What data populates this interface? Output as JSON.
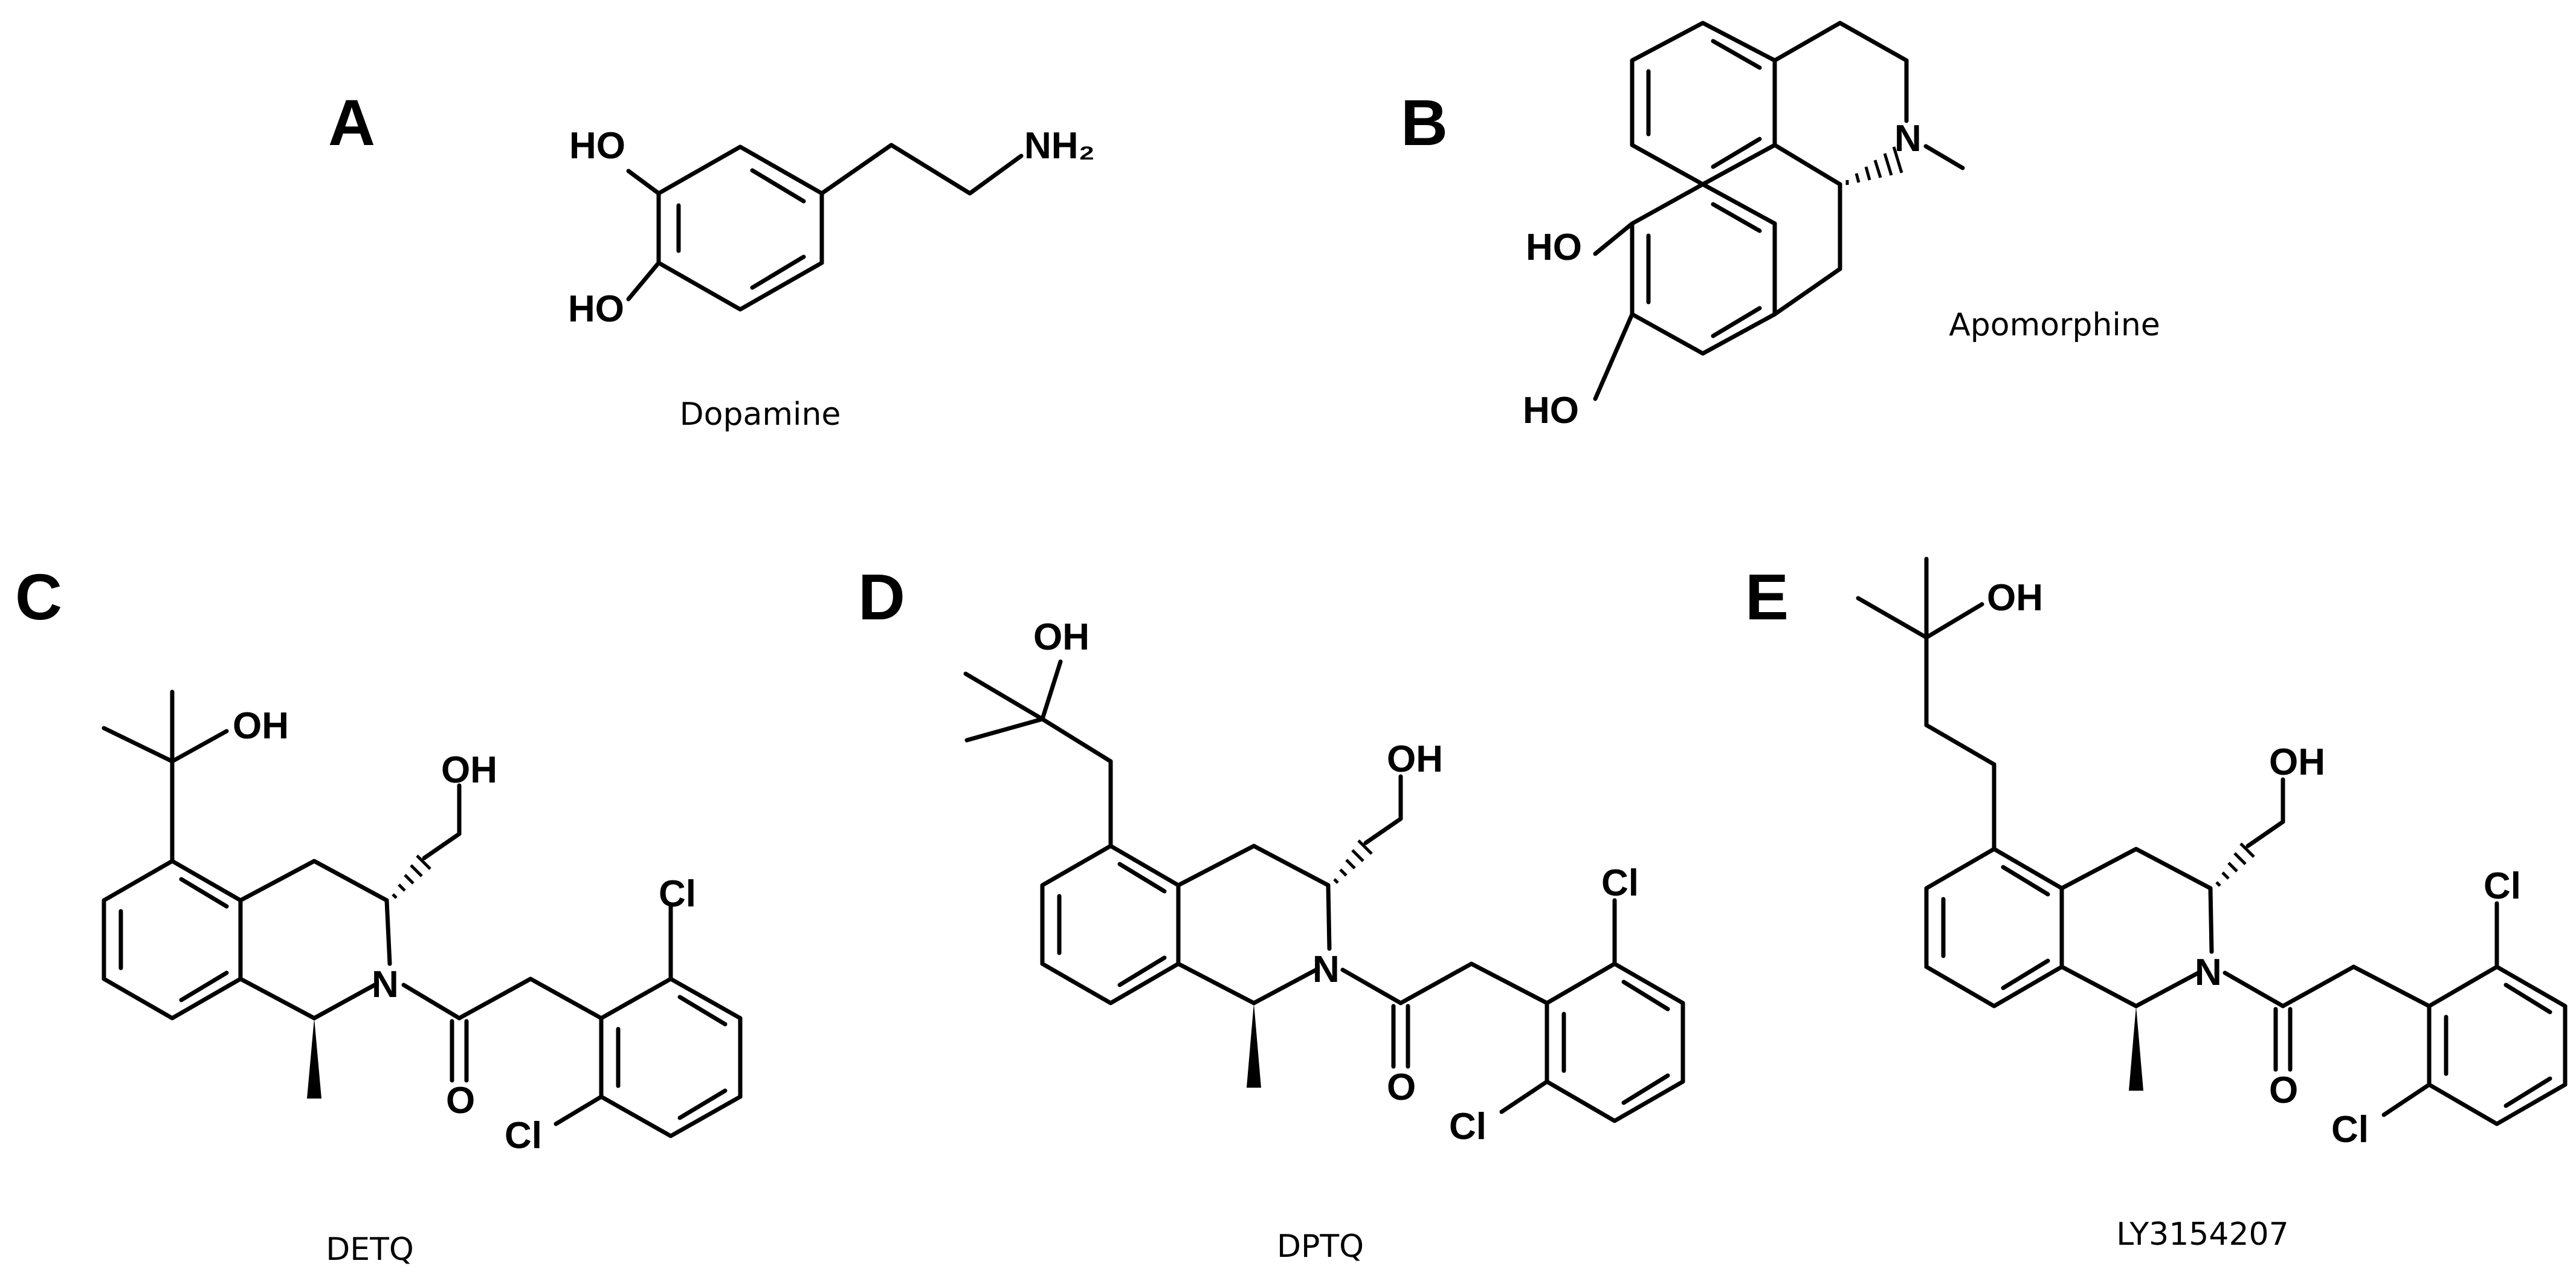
{
  "panels": {
    "A": {
      "letter": "A",
      "name": "Dopamine"
    },
    "B": {
      "letter": "B",
      "name": "Apomorphine"
    },
    "C": {
      "letter": "C",
      "name": "DETQ"
    },
    "D": {
      "letter": "D",
      "name": "DPTQ"
    },
    "E": {
      "letter": "E",
      "name": "LY3154207"
    }
  },
  "atoms": {
    "oh": "OH",
    "ho": "HO",
    "n": "N",
    "nh2": "NH₂",
    "cl": "Cl",
    "o": "O"
  },
  "colors": {
    "ink": "#000000",
    "background": "#ffffff"
  }
}
